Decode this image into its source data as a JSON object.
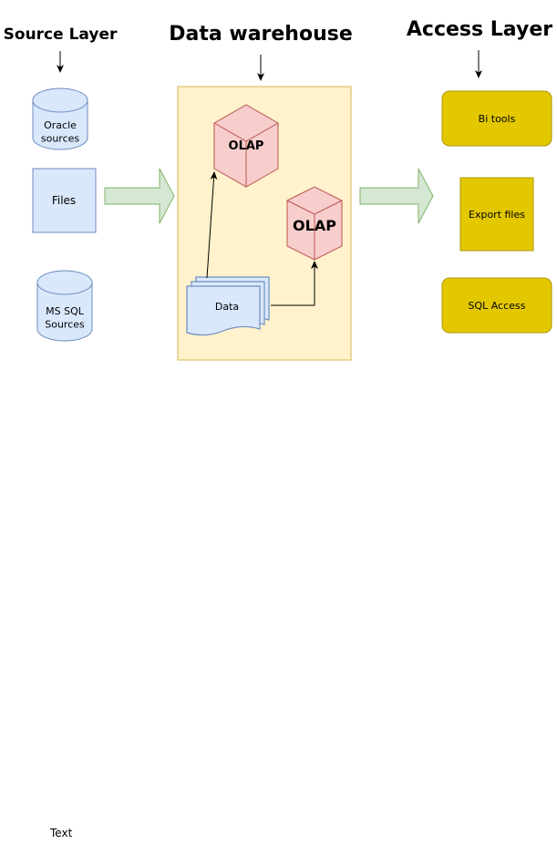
{
  "headers": {
    "source": "Source Layer",
    "warehouse": "Data warehouse",
    "access": "Access Layer"
  },
  "sources": {
    "oracle": "Oracle sources",
    "files": "Files",
    "mssql": "MS SQL Sources"
  },
  "warehouse": {
    "cube_top": "OLAP",
    "cube_right": "OLAP",
    "data": "Data"
  },
  "access": {
    "bi": "Bi tools",
    "export": "Export files",
    "sql": "SQL Access"
  },
  "footer_text": "Text",
  "colors": {
    "source_fill": "#dae8fc",
    "source_stroke": "#6c8ebf",
    "warehouse_fill": "#fff2cc",
    "warehouse_stroke": "#d6b656",
    "cube_fill": "#f8cecc",
    "cube_stroke": "#b85450",
    "flow_arrow_fill": "#d5e8d4",
    "flow_arrow_stroke": "#82b366",
    "access_fill": "#e3c800",
    "access_stroke": "#b09500"
  }
}
